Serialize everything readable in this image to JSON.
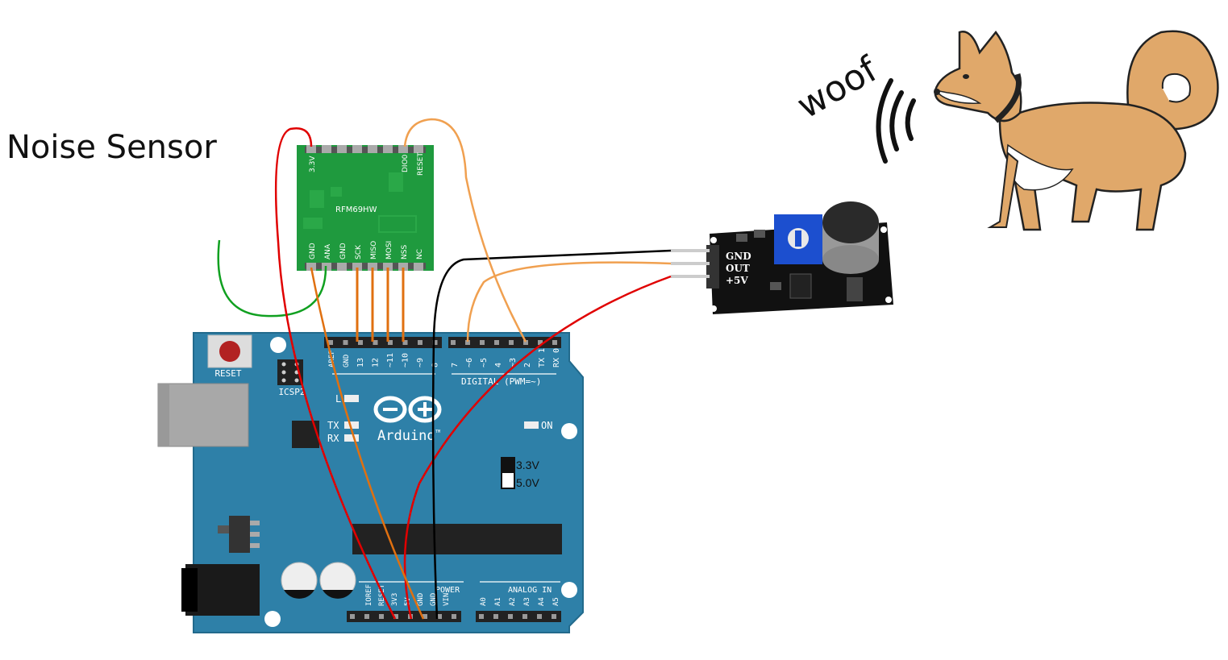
{
  "title": "Noise Sensor",
  "woof": "woof",
  "rfm": {
    "name": "RFM69HW",
    "top_pins": [
      "3.3V",
      "DIO0",
      "RESET"
    ],
    "bottom_pins": [
      "GND",
      "ANA",
      "GND",
      "SCK",
      "MISO",
      "MOSI",
      "NSS",
      "NC"
    ]
  },
  "arduino": {
    "reset_label": "RESET",
    "icsp_label": "ICSP2",
    "aref": "AREF",
    "gnd": "GND",
    "digital_pins_left": [
      "13",
      "12",
      "~11",
      "~10",
      "~9",
      "8"
    ],
    "digital_pins_right": [
      "7",
      "~6",
      "~5",
      "4",
      "~3",
      "2",
      "TX 1",
      "RX 0"
    ],
    "digital_label": "DIGITAL (PWM=~)",
    "led_l": "L",
    "led_tx": "TX",
    "led_rx": "RX",
    "on_label": "ON",
    "logo_text": "Arduino",
    "tm": "TM",
    "volt_33": "3.3V",
    "volt_50": "5.0V",
    "power_pins": [
      "IOREF",
      "RESET",
      "3V3",
      "5V",
      "GND",
      "GND",
      "VIN"
    ],
    "power_label": "POWER",
    "analog_pins": [
      "A0",
      "A1",
      "A2",
      "A3",
      "A4",
      "A5"
    ],
    "analog_label": "ANALOG IN"
  },
  "mic_module": {
    "pin_gnd": "GND",
    "pin_out": "OUT",
    "pin_5v": "+5V"
  },
  "colors": {
    "board": "#2e80a8",
    "rfm_board": "#1f9a3e",
    "wire_red": "#e00000",
    "wire_orange": "#f0a050",
    "wire_dark_orange": "#e07010",
    "wire_black": "#000000",
    "wire_green": "#10a020",
    "dog_fur": "#e0a86a"
  }
}
